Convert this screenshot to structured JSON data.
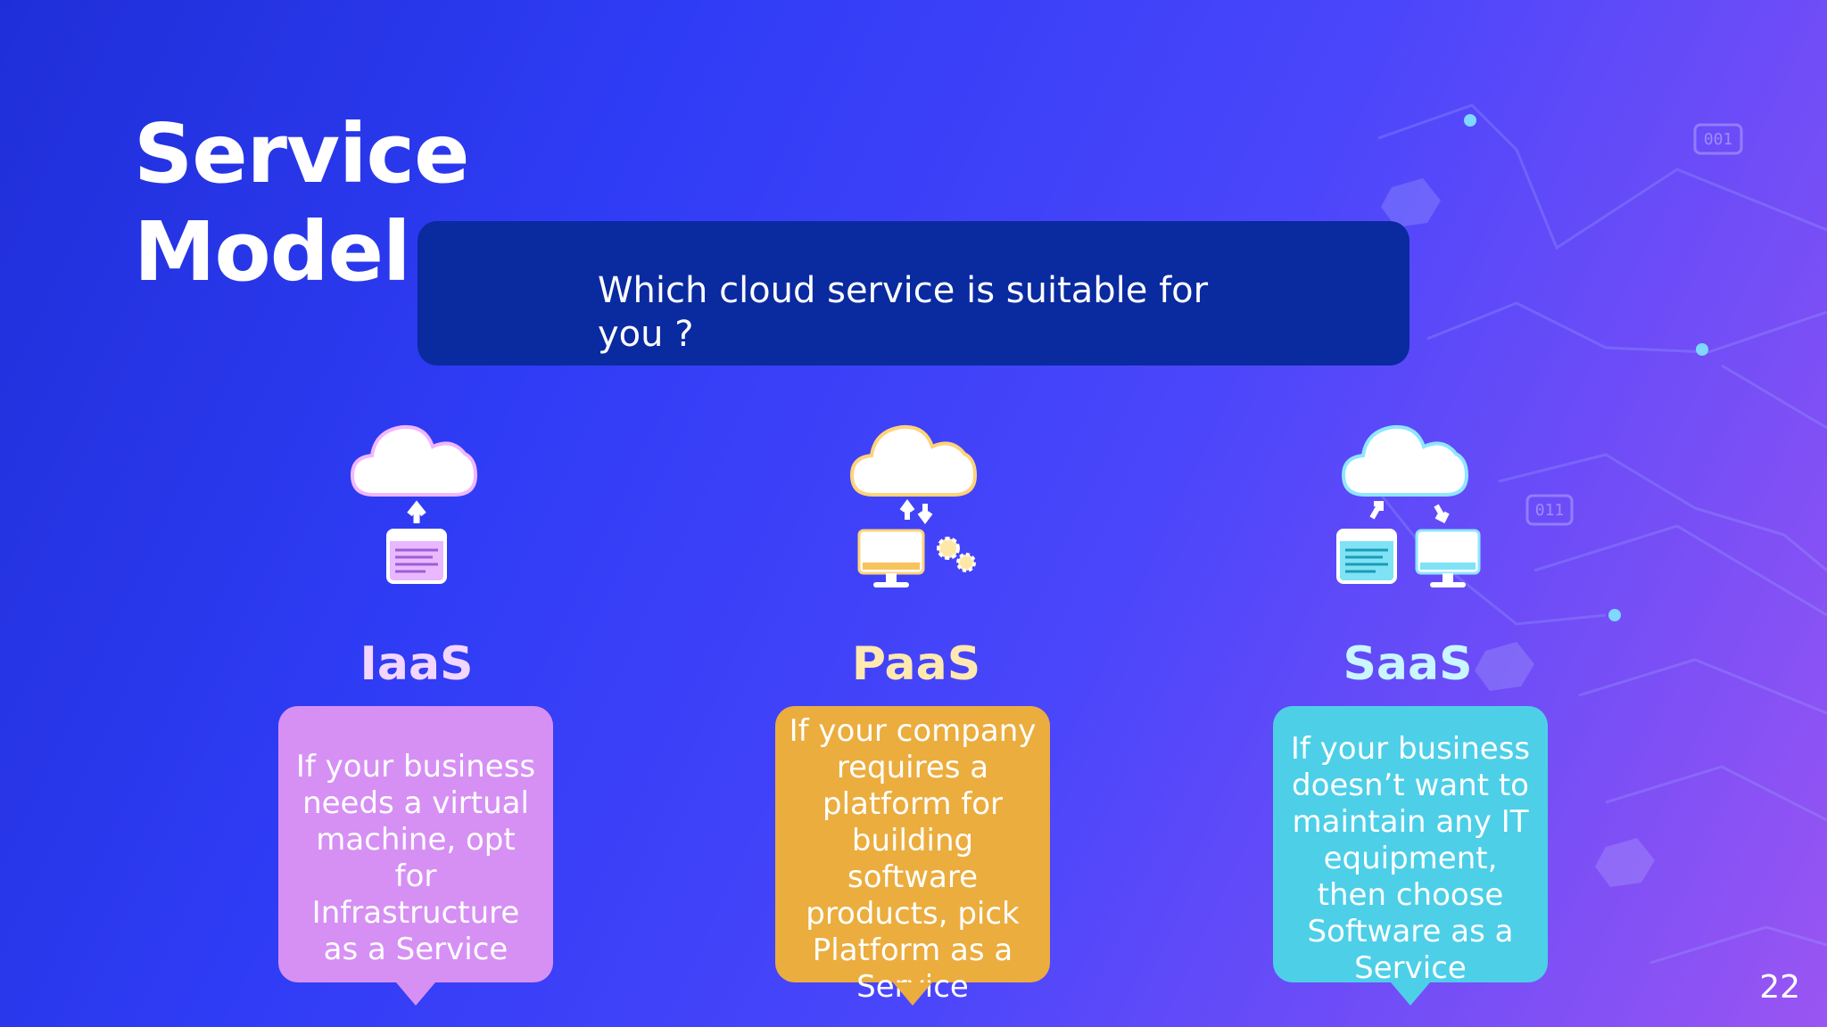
{
  "slide": {
    "title_line1": "Service",
    "title_line2": "Model",
    "question": "Which cloud service is suitable for you ?",
    "page_number": "22"
  },
  "decor": {
    "badge_top": "001",
    "badge_mid": "011"
  },
  "services": [
    {
      "label": "IaaS",
      "icon": "cloud-browser-upload-icon",
      "label_color": "#f3d6ff",
      "card_color": "#d690f4",
      "description": "If your business needs a virtual machine, opt for Infrastructure as a Service"
    },
    {
      "label": "PaaS",
      "icon": "cloud-computer-gears-icon",
      "label_color": "#ffe9b0",
      "card_color": "#ebad3e",
      "description": "If your company requires a platform for building software products, pick Platform as a Service"
    },
    {
      "label": "SaaS",
      "icon": "cloud-browser-computer-icon",
      "label_color": "#c9f6ff",
      "card_color": "#4dcfe8",
      "description": "If your business doesn’t want to maintain any IT equipment, then choose Software as a Service"
    }
  ],
  "colors": {
    "question_box": "#0a2aa0",
    "iaas_accent": "#d690f4",
    "paas_accent": "#ebad3e",
    "saas_accent": "#4dcfe8"
  }
}
